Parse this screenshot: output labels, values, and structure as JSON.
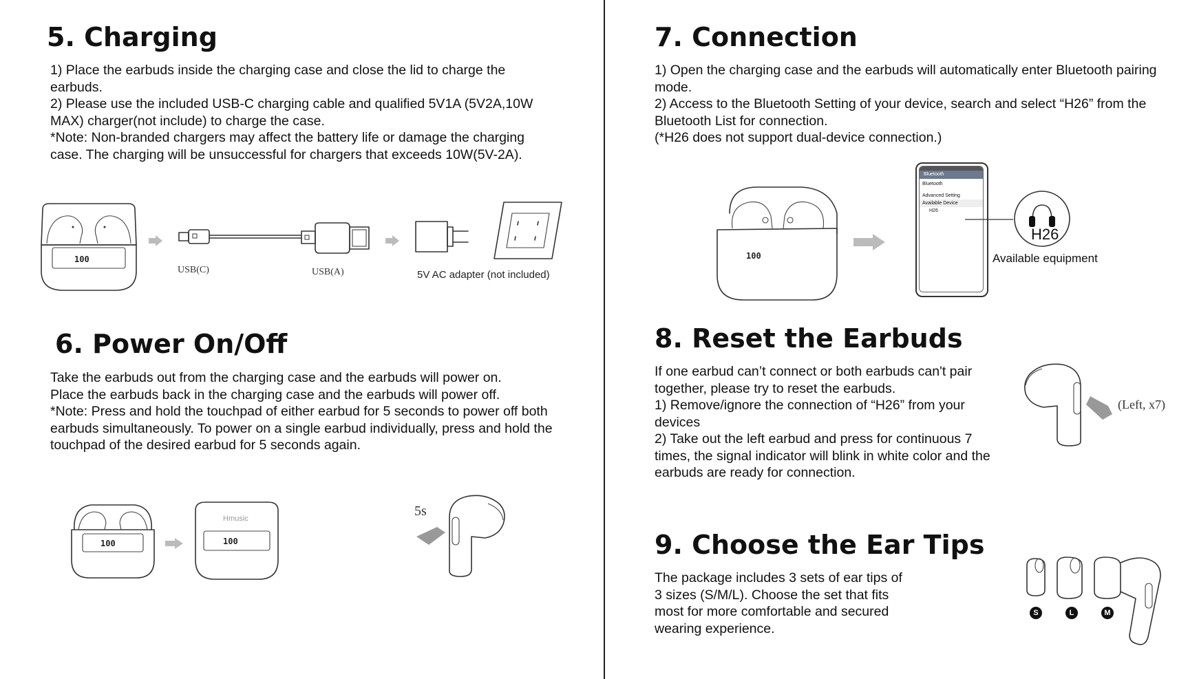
{
  "section5": {
    "title": "5. Charging",
    "lines": [
      "1) Place the earbuds inside the charging case and close the lid to charge the earbuds.",
      "2) Please use the included USB-C charging cable and qualified 5V1A (5V2A,10W MAX) charger(not include) to charge the case.",
      "*Note: Non-branded chargers may affect the battery life or damage the charging case. The charging will be unsuccessful for chargers that exceeds 10W(5V-2A)."
    ],
    "usb_c_label": "USB(C)",
    "usb_a_label": "USB(A)",
    "adapter_label": "5V AC adapter (not included)",
    "case_display": "100"
  },
  "section6": {
    "title": "6. Power On/Off",
    "lines": [
      "Take the earbuds out from the charging case and the earbuds will power on.",
      "Place the earbuds back in the charging case and the earbuds will power off.",
      "*Note: Press and hold the touchpad of either earbud for 5 seconds to power off both earbuds simultaneously. To power on a single earbud individually, press and hold the touchpad of the desired earbud for 5 seconds again."
    ],
    "brand": "Hmusic",
    "hold_time": "5s"
  },
  "section7": {
    "title": "7. Connection",
    "lines": [
      "1) Open the charging case and the earbuds will automatically enter Bluetooth pairing mode.",
      "2) Access to the Bluetooth Setting of your device, search and select “H26” from the Bluetooth List for connection.",
      "(*H26 does not support dual-device connection.)"
    ],
    "phone": {
      "header": "Bluetooth",
      "row_bluetooth": "Bluetooth",
      "row_advanced": "Advanced Setting",
      "row_available": "Available Device",
      "device": "H26"
    },
    "device_name": "H26",
    "available_label": "Available equipment"
  },
  "section8": {
    "title": "8. Reset the Earbuds",
    "lines": [
      "If one earbud can’t connect or both earbuds can't pair together, please try to reset the earbuds.",
      "1) Remove/ignore the connection of “H26” from your devices",
      "2) Take out the left earbud and press for continuous 7 times, the signal indicator will blink in white color and the earbuds are ready for connection."
    ],
    "press_label": "(Left,   x7)"
  },
  "section9": {
    "title": "9. Choose the Ear Tips",
    "lines": [
      "The package includes 3 sets of ear tips of 3 sizes (S/M/L). Choose the set that fits most for more comfortable and secured wearing experience."
    ],
    "sizes": [
      "S",
      "L",
      "M"
    ]
  }
}
